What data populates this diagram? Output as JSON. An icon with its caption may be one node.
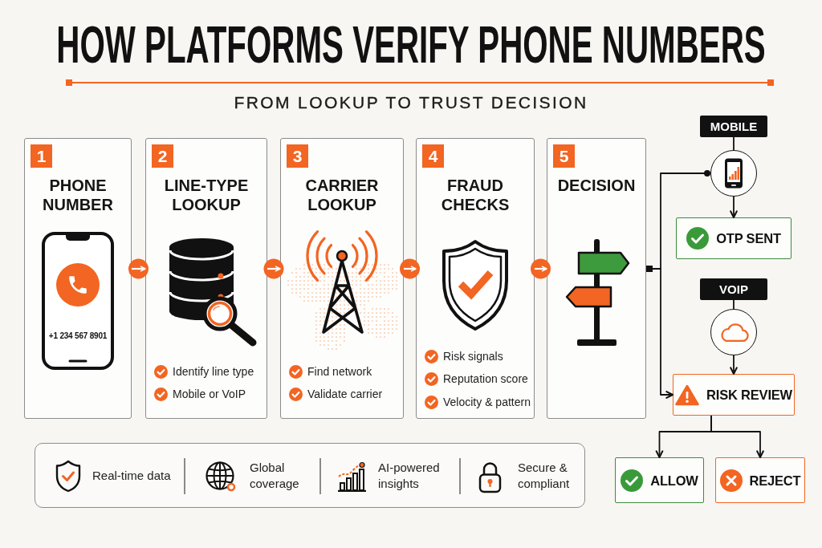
{
  "diagram": {
    "title": "HOW PLATFORMS VERIFY PHONE NUMBERS",
    "nodes": [
      {
        "text": [
          "1",
          "PHONE NUMBER",
          "+1 234 567 8901"
        ]
      },
      {
        "text": [
          "2",
          "LINE-TYPE LOOKUP",
          "Identify line type",
          "Mobile or VoIP"
        ]
      },
      {
        "text": [
          "3",
          "CARRIER LOOKUP",
          "Find network",
          "Validate carrier"
        ]
      },
      {
        "text": [
          "4",
          "FRAUD CHECKS",
          "Risk signals",
          "Reputation score",
          "Velocity & pattern"
        ]
      },
      {
        "text": [
          "5",
          "DECISION"
        ]
      },
      {
        "text": [
          "MOBILE"
        ]
      },
      {
        "text": [],
        "shape": "circle"
      },
      {
        "text": [
          "OTP SENT"
        ]
      },
      {
        "text": [
          "VOIP"
        ]
      },
      {
        "text": [],
        "shape": "circle"
      },
      {
        "text": [
          "RISK REVIEW"
        ]
      },
      {
        "text": [
          "ALLOW"
        ]
      },
      {
        "text": [
          "REJECT"
        ]
      },
      {
        "text": [
          "Real-time data",
          "Global coverage",
          "AI-powered insights",
          "Secure & compliant"
        ]
      }
    ],
    "edges": [
      {
        "from": 0,
        "to": 1,
        "arrow": "to",
        "color": "#ffffff"
      },
      {
        "from": 1,
        "to": 2,
        "arrow": "to",
        "color": "#ffffff"
      },
      {
        "from": 2,
        "to": 3,
        "arrow": "to",
        "color": "#ffffff"
      },
      {
        "from": 3,
        "to": 4,
        "arrow": "to",
        "color": "#ffffff"
      },
      {
        "from": 4,
        "to": 6,
        "arrow": "other"
      },
      {
        "from": 4,
        "to": 10,
        "arrow": "to"
      },
      {
        "from": 5,
        "to": 6,
        "arrow": "none"
      },
      {
        "from": 6,
        "to": 7,
        "arrow": "to"
      },
      {
        "from": 8,
        "to": 9,
        "arrow": "none"
      },
      {
        "from": 9,
        "to": 10,
        "arrow": "to"
      },
      {
        "from": 10,
        "to": 11,
        "arrow": "to"
      },
      {
        "from": 10,
        "to": 12,
        "arrow": "to"
      }
    ],
    "labels": [
      "FROM LOOKUP TO TRUST DECISION"
    ]
  }
}
